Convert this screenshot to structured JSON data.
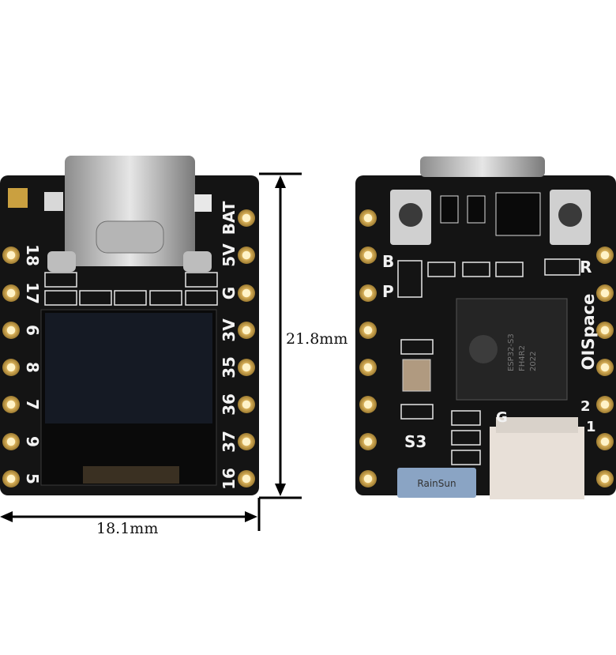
{
  "dimensions": {
    "width_label": "18.1mm",
    "height_label": "21.8mm"
  },
  "front_board": {
    "left_pins": [
      "18",
      "17",
      "6",
      "8",
      "7",
      "9",
      "5"
    ],
    "right_pins": [
      "BAT",
      "5V",
      "G",
      "3V",
      "35",
      "36",
      "37",
      "16"
    ]
  },
  "back_board": {
    "labels": {
      "b": "B",
      "p": "P",
      "r": "R",
      "s3": "S3",
      "g": "G",
      "two": "2",
      "one": "1",
      "brand": "OISpace"
    },
    "chip_text": [
      "ESP32-S3",
      "FH4R2",
      "2022"
    ],
    "module_text": "RainSun"
  },
  "colors": {
    "pcb": "#141414",
    "pad": "#d9b15a",
    "silk": "#f2f2f2",
    "connector": "#c9c9c9"
  }
}
